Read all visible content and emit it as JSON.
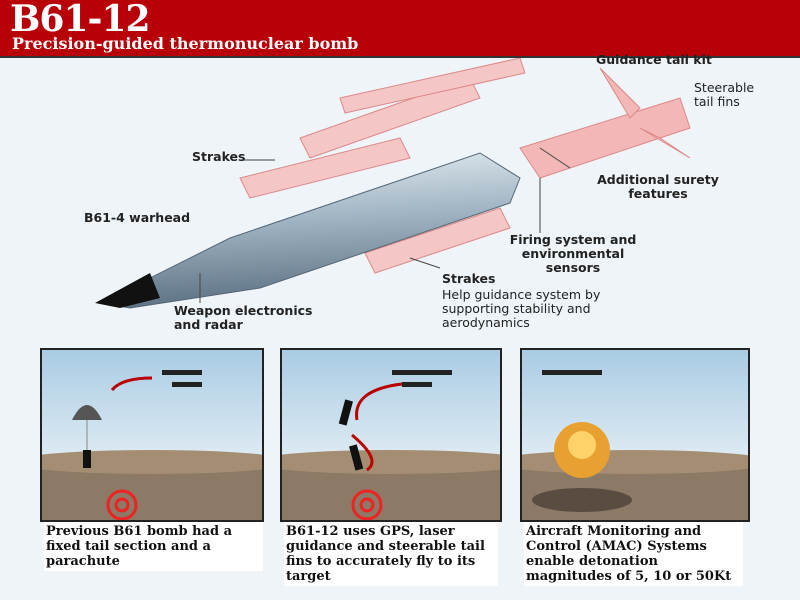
{
  "header": {
    "title": "B61-12",
    "subtitle": "Precision-guided thermonuclear bomb"
  },
  "labels": {
    "guidance_title": "Guidance tail kit",
    "guidance_desc": "Steerable tail fins",
    "strakes_top": "Strakes",
    "surety": "Additional surety features",
    "warhead": "B61-4 warhead",
    "firing": "Firing system and environmental sensors",
    "strakes_bottom": "Strakes",
    "strakes_desc": "Help guidance system by supporting stability and aerodynamics",
    "electronics": "Weapon electronics and radar"
  },
  "panels": [
    {
      "caption": "Previous B61 bomb had a fixed tail section and a parachute"
    },
    {
      "caption": "B61-12 uses GPS, laser guidance and steerable tail fins to accurately fly to its target"
    },
    {
      "caption": "Aircraft Monitoring and Control (AMAC) Systems enable detonation magnitudes of 5, 10 or 50Kt"
    }
  ]
}
